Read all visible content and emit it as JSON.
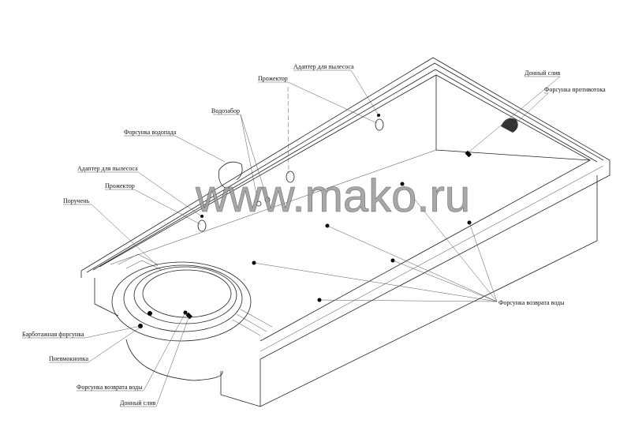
{
  "watermark": "www.mako.ru",
  "labels": {
    "adapter_top": "Адаптер для пылесоса",
    "projector_top": "Прожектор",
    "vodozabor": "Водозабор",
    "waterfall_nozzle": "Форсунка водопада",
    "adapter_left": "Адаптер для пылесоса",
    "projector_left": "Прожектор",
    "handrail": "Поручень",
    "bottom_drain_top": "Донный слив",
    "counterflow_nozzle": "Форсунка противотока",
    "return_nozzles": "Форсунка возврата воды",
    "bubble_nozzle": "Барботажная форсунка",
    "air_button": "Пневмокнопка",
    "return_nozzle_spa": "Форсунка возврата воды",
    "bottom_drain_spa": "Донный слив"
  }
}
